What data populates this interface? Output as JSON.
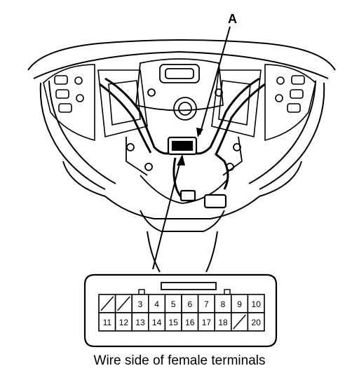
{
  "callout_label": "A",
  "connector": {
    "pins": [
      {
        "label": "",
        "blank": true
      },
      {
        "label": "",
        "blank": true
      },
      {
        "label": "3",
        "blank": false
      },
      {
        "label": "4",
        "blank": false
      },
      {
        "label": "5",
        "blank": false
      },
      {
        "label": "6",
        "blank": false
      },
      {
        "label": "7",
        "blank": false
      },
      {
        "label": "8",
        "blank": false
      },
      {
        "label": "9",
        "blank": false
      },
      {
        "label": "10",
        "blank": false
      },
      {
        "label": "11",
        "blank": false
      },
      {
        "label": "12",
        "blank": false
      },
      {
        "label": "13",
        "blank": false
      },
      {
        "label": "14",
        "blank": false
      },
      {
        "label": "15",
        "blank": false
      },
      {
        "label": "16",
        "blank": false
      },
      {
        "label": "17",
        "blank": false
      },
      {
        "label": "18",
        "blank": false
      },
      {
        "label": "",
        "blank": true
      },
      {
        "label": "20",
        "blank": false
      }
    ]
  },
  "caption": "Wire side of female terminals"
}
